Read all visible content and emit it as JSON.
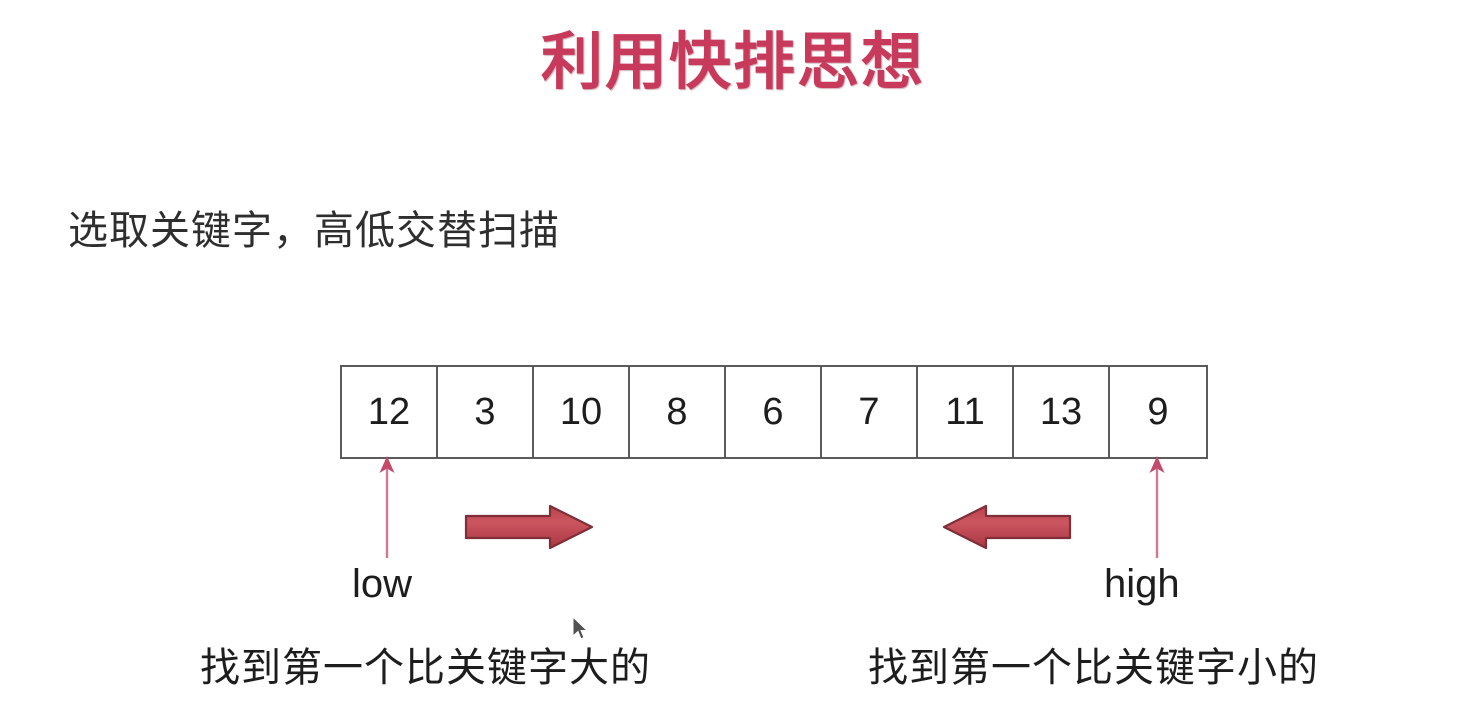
{
  "slide": {
    "title": "利用快排思想",
    "subtitle": "选取关键字，高低交替扫描",
    "watermark": "",
    "background_color": "#ffffff",
    "title_color": "#C73A5B",
    "accent_color": "#C0484F",
    "pointer_arrow_color": "#D4607E",
    "border_color": "#5b5b5b",
    "text_color": "#1d1d1d"
  },
  "array": {
    "cells": [
      {
        "value": "12"
      },
      {
        "value": "3"
      },
      {
        "value": "10"
      },
      {
        "value": "8"
      },
      {
        "value": "6"
      },
      {
        "value": "7"
      },
      {
        "value": "11"
      },
      {
        "value": "13"
      },
      {
        "value": "9"
      }
    ]
  },
  "pointers": {
    "low": {
      "label": "low",
      "index": 0,
      "icon": "up-arrow-icon"
    },
    "high": {
      "label": "high",
      "index": 8,
      "icon": "up-arrow-icon"
    }
  },
  "scan_arrows": {
    "right": {
      "icon": "arrow-right-icon",
      "direction": "right"
    },
    "left": {
      "icon": "arrow-left-icon",
      "direction": "left"
    }
  },
  "captions": {
    "left": "找到第一个比关键字大的",
    "right": "找到第一个比关键字小的"
  },
  "cursor": {
    "icon": "mouse-cursor-icon"
  }
}
